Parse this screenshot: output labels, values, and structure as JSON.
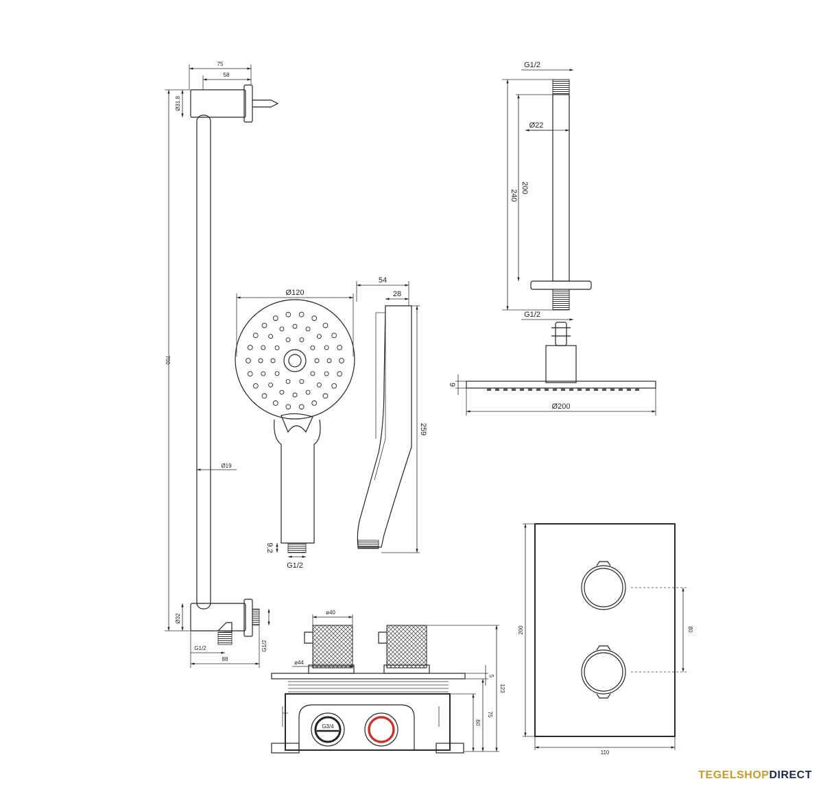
{
  "brand": {
    "part1": "TEGELSHOP",
    "part2": "DIRECT",
    "accent_color": "#c79a2a",
    "dark_color": "#1b2a4a"
  },
  "rail": {
    "top_width": "75",
    "bracket_depth": "58",
    "bracket_diameter": "Ø31.8",
    "length": "700",
    "bar_diameter": "Ø19",
    "bottom_diameter": "Ø32",
    "outlet_thread": "G1/2",
    "bottom_depth": "88",
    "side_thread": "G1/2"
  },
  "hand_shower": {
    "head_diameter": "Ø120",
    "depth": "54",
    "side_depth": "28",
    "length": "259",
    "connector_height": "9.2",
    "thread": "G1/2"
  },
  "head_shower": {
    "top_thread": "G1/2",
    "arm_diameter": "Ø22",
    "arm_length_inner": "200",
    "arm_length_total": "240",
    "mid_thread": "G1/2",
    "plate_thickness": "9",
    "plate_diameter": "Ø200"
  },
  "box": {
    "knob_diameter": "ø40",
    "plate_diameter": "ø44",
    "inlet_thread": "G3/4",
    "plate_depth": "5",
    "total_depth": "123",
    "depth_b": "75",
    "depth_c": "60"
  },
  "cover_plate": {
    "height": "200",
    "spacing": "80",
    "width": "110"
  }
}
